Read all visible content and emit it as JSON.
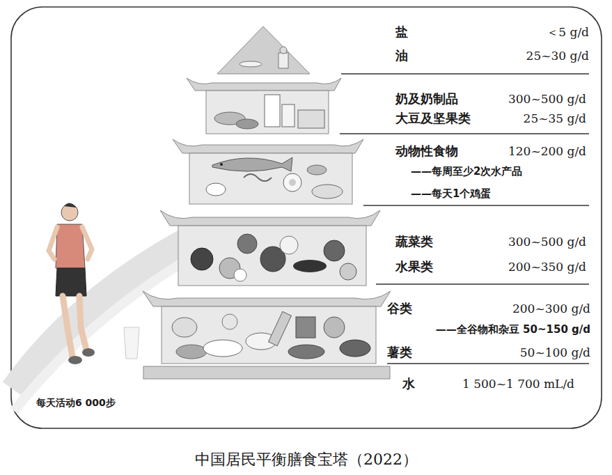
{
  "diagram": {
    "caption": "中国居民平衡膳食宝塔（2022）",
    "labels": [
      "盐",
      "＜5 g/d",
      "油",
      "25~30 g/d",
      "奶及奶制品",
      "300~500 g/d",
      "大豆及坚果类",
      "25~35 g/d",
      "动物性食物",
      "120~200 g/d",
      "——每周至少2次水产品",
      "——每天1个鸡蛋",
      "蔬菜类",
      "300~500 g/d",
      "水果类",
      "200~350 g/d",
      "谷类",
      "200~300 g/d",
      "——全谷物和杂豆 50~150 g/d",
      "薯类",
      "50~100 g/d",
      "水",
      "1 500~1 700 mL/d",
      "每天活动6 000步"
    ]
  }
}
